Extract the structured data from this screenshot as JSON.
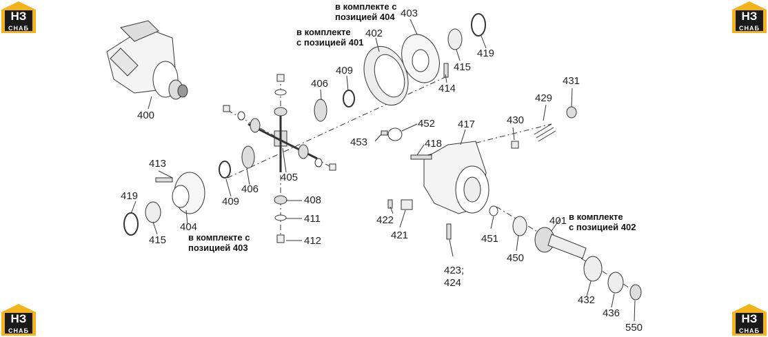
{
  "logo": {
    "mark": "НЗ",
    "word": "СНАБ",
    "accent": "#f2b31b",
    "dark": "#1a1a1a"
  },
  "callouts": {
    "p400": "400",
    "p401": "401",
    "p402": "402",
    "p403": "403",
    "p404": "404",
    "p405": "405",
    "p406a": "406",
    "p406b": "406",
    "p408": "408",
    "p409a": "409",
    "p409b": "409",
    "p411": "411",
    "p412": "412",
    "p413": "413",
    "p414": "414",
    "p415a": "415",
    "p415b": "415",
    "p417": "417",
    "p418": "418",
    "p419a": "419",
    "p419b": "419",
    "p421": "421",
    "p422": "422",
    "p423": "423;",
    "p424": "424",
    "p429": "429",
    "p430": "430",
    "p431": "431",
    "p432": "432",
    "p436": "436",
    "p450": "450",
    "p451": "451",
    "p452": "452",
    "p453": "453",
    "p550": "550"
  },
  "notes": {
    "n404_l1": "в комплекте с",
    "n404_l2": "позицией 404",
    "n401_l1": "в комплекте",
    "n401_l2": "с позицией 401",
    "n403_l1": "в комплекте с",
    "n403_l2": "позицией 403",
    "n402_l1": "в комплекте",
    "n402_l2": "с позицией 402"
  }
}
